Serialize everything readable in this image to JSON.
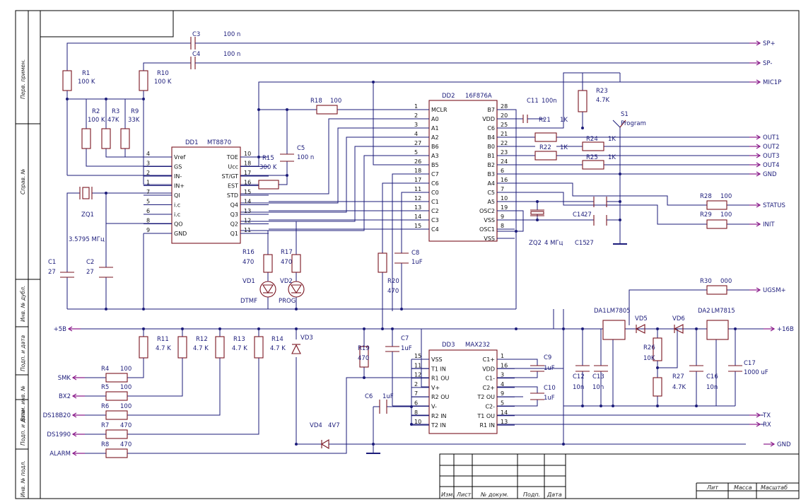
{
  "chips": {
    "dd1": {
      "ref": "DD1",
      "part": "MT8870",
      "left": [
        {
          "n": "4",
          "s": "Vref"
        },
        {
          "n": "3",
          "s": "GS"
        },
        {
          "n": "2",
          "s": "IN-"
        },
        {
          "n": "1",
          "s": "IN+"
        },
        {
          "n": "7",
          "s": "QI"
        },
        {
          "n": "5",
          "s": "i.c"
        },
        {
          "n": "6",
          "s": "i.c"
        },
        {
          "n": "8",
          "s": "QO"
        },
        {
          "n": "9",
          "s": "GND"
        }
      ],
      "right": [
        {
          "n": "10",
          "s": "TOE"
        },
        {
          "n": "18",
          "s": "Ucc"
        },
        {
          "n": "17",
          "s": "ST/GT"
        },
        {
          "n": "16",
          "s": "EST"
        },
        {
          "n": "15",
          "s": "STD"
        },
        {
          "n": "14",
          "s": "Q4"
        },
        {
          "n": "13",
          "s": "Q3"
        },
        {
          "n": "12",
          "s": "Q2"
        },
        {
          "n": "11",
          "s": "Q1"
        }
      ]
    },
    "dd2": {
      "ref": "DD2",
      "part": "16F876A",
      "left": [
        {
          "n": "1",
          "s": "MCLR"
        },
        {
          "n": "2",
          "s": "A0"
        },
        {
          "n": "3",
          "s": "A1"
        },
        {
          "n": "4",
          "s": "A2"
        },
        {
          "n": "27",
          "s": "B6"
        },
        {
          "n": "5",
          "s": "A3"
        },
        {
          "n": "26",
          "s": "B5"
        },
        {
          "n": "18",
          "s": "C7"
        },
        {
          "n": "17",
          "s": "C6"
        },
        {
          "n": "11",
          "s": "C0"
        },
        {
          "n": "12",
          "s": "C1"
        },
        {
          "n": "13",
          "s": "C2"
        },
        {
          "n": "14",
          "s": "C3"
        },
        {
          "n": "15",
          "s": "C4"
        }
      ],
      "right": [
        {
          "n": "28",
          "s": "B7"
        },
        {
          "n": "20",
          "s": "VDD"
        },
        {
          "n": "25",
          "s": "C6"
        },
        {
          "n": "21",
          "s": "B4"
        },
        {
          "n": "22",
          "s": "B0"
        },
        {
          "n": "23",
          "s": "B1"
        },
        {
          "n": "24",
          "s": "B2"
        },
        {
          "n": "6",
          "s": "B3"
        },
        {
          "n": "16",
          "s": "A4"
        },
        {
          "n": "7",
          "s": "C5"
        },
        {
          "n": "10",
          "s": "A5"
        },
        {
          "n": "19",
          "s": "OSC2"
        },
        {
          "n": "9",
          "s": "VSS"
        },
        {
          "n": "8",
          "s": "OSC1"
        },
        {
          "n": "",
          "s": "VSS"
        }
      ]
    },
    "dd3": {
      "ref": "DD3",
      "part": "MAX232",
      "left": [
        {
          "n": "15",
          "s": "VSS"
        },
        {
          "n": "11",
          "s": "T1 IN"
        },
        {
          "n": "12",
          "s": "R1 OU"
        },
        {
          "n": "2",
          "s": "V+"
        },
        {
          "n": "7",
          "s": "R2 OU"
        },
        {
          "n": "6",
          "s": "V-"
        },
        {
          "n": "8",
          "s": "R2 IN"
        },
        {
          "n": "10",
          "s": "T2 IN"
        }
      ],
      "right": [
        {
          "n": "1",
          "s": "C1+"
        },
        {
          "n": "16",
          "s": "VDD"
        },
        {
          "n": "3",
          "s": "C1-"
        },
        {
          "n": "4",
          "s": "C2+"
        },
        {
          "n": "9",
          "s": "T2 OU"
        },
        {
          "n": "5",
          "s": "C2-"
        },
        {
          "n": "14",
          "s": "T1 OU"
        },
        {
          "n": "13",
          "s": "R1 IN"
        }
      ]
    }
  },
  "regulators": [
    {
      "ref": "DA1",
      "part": "LM7805"
    },
    {
      "ref": "DA2",
      "part": "LM7815"
    }
  ],
  "components": {
    "C3": {
      "ref": "C3",
      "val": "100 n"
    },
    "C4": {
      "ref": "C4",
      "val": "100 n"
    },
    "R1": {
      "ref": "R1",
      "val": "100 K"
    },
    "R10": {
      "ref": "R10",
      "val": "100 K"
    },
    "R2": {
      "ref": "R2",
      "val": "100 K"
    },
    "R3": {
      "ref": "R3",
      "val": "47K"
    },
    "R9": {
      "ref": "R9",
      "val": "33K"
    },
    "R15": {
      "ref": "R15",
      "val": "300 K"
    },
    "C5": {
      "ref": "C5",
      "val": "100 n"
    },
    "R18": {
      "ref": "R18",
      "val": "100"
    },
    "C11": {
      "ref": "C11",
      "val": "100n"
    },
    "R21": {
      "ref": "R21",
      "val": "1K"
    },
    "R23": {
      "ref": "R23",
      "val": "4.7K"
    },
    "S1": {
      "ref": "S1",
      "val": "Program"
    },
    "R22": {
      "ref": "R22",
      "val": "1K"
    },
    "R24": {
      "ref": "R24",
      "val": "1K"
    },
    "R25": {
      "ref": "R25",
      "val": "1K"
    },
    "ZQ1": {
      "ref": "ZQ1",
      "val": "3.5795 МГц"
    },
    "C1": {
      "ref": "C1",
      "val": "27"
    },
    "C2": {
      "ref": "C2",
      "val": "27"
    },
    "R16": {
      "ref": "R16",
      "val": "470"
    },
    "R17": {
      "ref": "R17",
      "val": "470"
    },
    "VD1": {
      "ref": "VD1",
      "val": "DTMF"
    },
    "VD2": {
      "ref": "VD2",
      "val": "PROG"
    },
    "R20": {
      "ref": "R20",
      "val": "470"
    },
    "C8": {
      "ref": "C8",
      "val": "1uF"
    },
    "ZQ2": {
      "ref": "ZQ2",
      "val": "4 МГц"
    },
    "C14": {
      "ref": "C14",
      "val": "27"
    },
    "C15": {
      "ref": "C15",
      "val": "27"
    },
    "R28": {
      "ref": "R28",
      "val": "100"
    },
    "R29": {
      "ref": "R29",
      "val": "100"
    },
    "R30": {
      "ref": "R30",
      "val": "000"
    },
    "R11": {
      "ref": "R11",
      "val": "4.7 K"
    },
    "R12": {
      "ref": "R12",
      "val": "4.7 K"
    },
    "R13": {
      "ref": "R13",
      "val": "4.7 K"
    },
    "R14": {
      "ref": "R14",
      "val": "4.7 K"
    },
    "VD3": {
      "ref": "VD3",
      "val": ""
    },
    "VD4": {
      "ref": "VD4",
      "val": "4V7"
    },
    "R4": {
      "ref": "R4",
      "val": "100"
    },
    "R5": {
      "ref": "R5",
      "val": "100"
    },
    "R6": {
      "ref": "R6",
      "val": "100"
    },
    "R7": {
      "ref": "R7",
      "val": "470"
    },
    "R8": {
      "ref": "R8",
      "val": "470"
    },
    "R19": {
      "ref": "R19",
      "val": "470"
    },
    "C7": {
      "ref": "C7",
      "val": "1uF"
    },
    "C6": {
      "ref": "C6",
      "val": "1uF"
    },
    "C9": {
      "ref": "C9",
      "val": "1uF"
    },
    "C10": {
      "ref": "C10",
      "val": "1uF"
    },
    "C12": {
      "ref": "C12",
      "val": "10n"
    },
    "C13": {
      "ref": "C13",
      "val": "10n"
    },
    "VD5": {
      "ref": "VD5",
      "val": ""
    },
    "VD6": {
      "ref": "VD6",
      "val": ""
    },
    "R26": {
      "ref": "R26",
      "val": "10K"
    },
    "R27": {
      "ref": "R27",
      "val": "4.7K"
    },
    "C16": {
      "ref": "C16",
      "val": "10n"
    },
    "C17": {
      "ref": "C17",
      "val": "1000 uF"
    }
  },
  "signals": {
    "out": [
      "SP+",
      "SP-",
      "MIC1P",
      "OUT1",
      "OUT2",
      "OUT3",
      "OUT4",
      "GND",
      "STATUS",
      "INIT",
      "UGSM+",
      "+16B",
      "TX",
      "RX",
      "GND"
    ],
    "in": [
      "+5B",
      "SMK",
      "BX2",
      "DS18B20",
      "DS1990",
      "ALARM"
    ]
  },
  "side_stamps": [
    "Перв. примен.",
    "Справ. №",
    "Подп. и дата",
    "Инв. № дубл.",
    "Взам. инв. №",
    "Подп. и дата",
    "Инв. № подл."
  ],
  "title_block": {
    "izm": "Изм.",
    "list": "Лист",
    "doc": "№ докум.",
    "podp": "Подп.",
    "data": "Дата",
    "lit": "Лит",
    "massa": "Масса",
    "masshtab": "Масштаб"
  }
}
